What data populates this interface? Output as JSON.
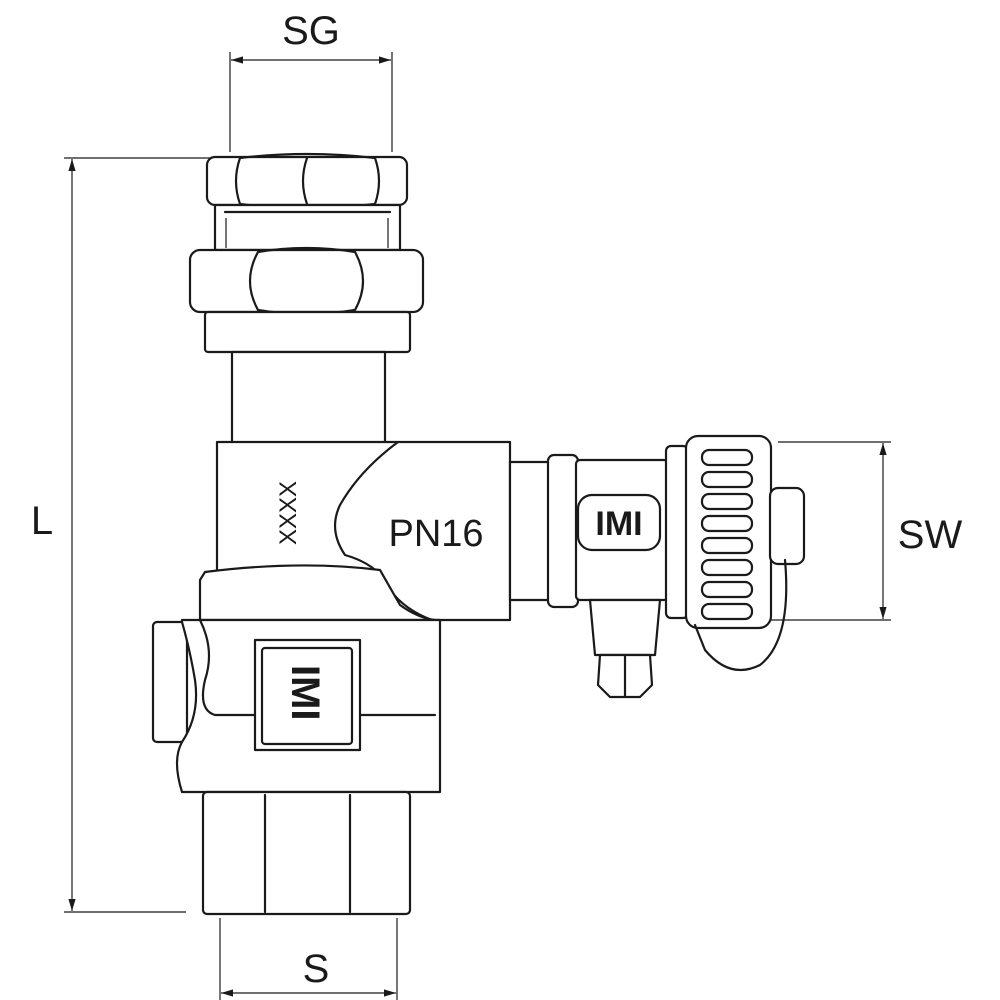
{
  "dimensions": {
    "sg": "SG",
    "l": "L",
    "sw": "SW",
    "s": "S"
  },
  "markings": {
    "pressure": "PN16",
    "brand_body": "IMI",
    "brand_port": "IMI",
    "code": "XXXX"
  }
}
